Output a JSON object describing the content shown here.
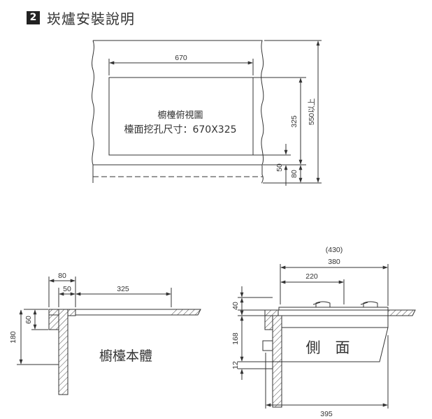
{
  "heading": {
    "number": "2",
    "title": "崁爐安裝說明"
  },
  "top_view": {
    "width_label": "670",
    "caption_line1": "櫥檯俯視圖",
    "caption_line2": "檯面挖孔尺寸：670X325",
    "dim_325": "325",
    "dim_550": "550以上",
    "dim_50": "50",
    "dim_80": "80"
  },
  "cabinet_view": {
    "dim_80": "80",
    "dim_50": "50",
    "dim_325": "325",
    "dim_60": "60",
    "dim_180": "180",
    "label": "櫥檯本體"
  },
  "side_view": {
    "dim_430": "(430)",
    "dim_380": "380",
    "dim_220": "220",
    "dim_40": "40",
    "dim_168": "168",
    "dim_12": "12",
    "dim_395": "395",
    "label": "側　面"
  }
}
